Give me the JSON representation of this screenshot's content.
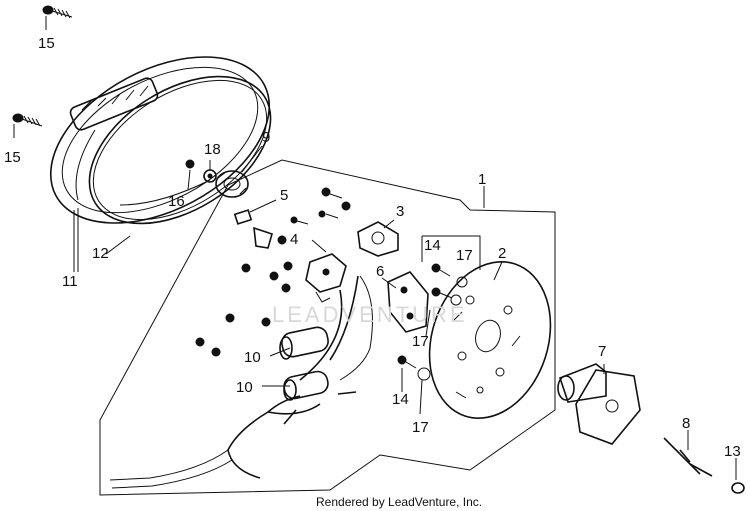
{
  "footer": "Rendered by LeadVenture, Inc.",
  "watermark": "LEADVENTURE",
  "callouts": {
    "c1": "1",
    "c2": "2",
    "c3": "3",
    "c4": "4",
    "c5": "5",
    "c6": "6",
    "c7": "7",
    "c8": "8",
    "c9": "9",
    "c10a": "10",
    "c10b": "10",
    "c11": "11",
    "c12": "12",
    "c13": "13",
    "c14a": "14",
    "c14b": "14",
    "c15a": "15",
    "c15b": "15",
    "c16": "16",
    "c17a": "17",
    "c17b": "17",
    "c17c": "17",
    "c18": "18"
  },
  "colors": {
    "ink": "#111111",
    "background": "#ffffff"
  }
}
